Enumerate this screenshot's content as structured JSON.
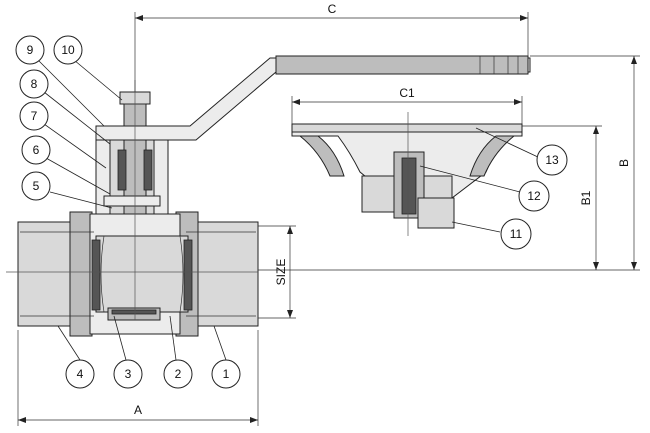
{
  "dimensions": {
    "c": "C",
    "c1": "C1",
    "a": "A",
    "b": "B",
    "b1": "B1",
    "size": "SIZE"
  },
  "callouts": [
    {
      "id": "c1",
      "label": "1"
    },
    {
      "id": "c2",
      "label": "2"
    },
    {
      "id": "c3",
      "label": "3"
    },
    {
      "id": "c4",
      "label": "4"
    },
    {
      "id": "c5",
      "label": "5"
    },
    {
      "id": "c6",
      "label": "6"
    },
    {
      "id": "c7",
      "label": "7"
    },
    {
      "id": "c8",
      "label": "8"
    },
    {
      "id": "c9",
      "label": "9"
    },
    {
      "id": "c10",
      "label": "10"
    },
    {
      "id": "c11",
      "label": "11"
    },
    {
      "id": "c12",
      "label": "12"
    },
    {
      "id": "c13",
      "label": "13"
    }
  ]
}
